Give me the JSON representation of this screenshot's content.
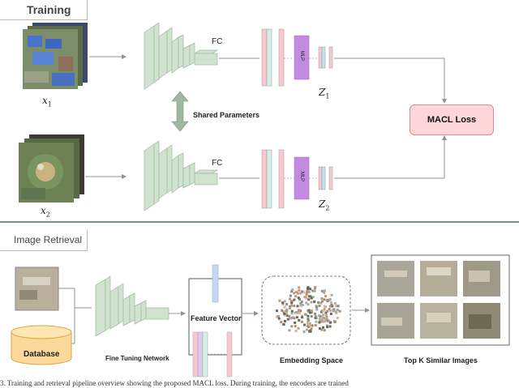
{
  "sections": {
    "training_title": "Training",
    "retrieval_title": "Image Retrieval"
  },
  "training": {
    "input_top_label": "x",
    "input_top_sub": "1",
    "input_bottom_label": "x",
    "input_bottom_sub": "2",
    "fc_top": "FC",
    "fc_bottom": "FC",
    "mlp_top": "MLP",
    "mlp_bottom": "MLP",
    "z_top": "Z",
    "z_top_sub": "1",
    "z_bottom": "Z",
    "z_bottom_sub": "2",
    "shared_params": "Shared Parameters",
    "loss": "MACL Loss"
  },
  "retrieval": {
    "database": "Database",
    "fine_tuning": "Fine Tuning Network",
    "feature_vector": "Feature Vector",
    "embedding_space": "Embedding Space",
    "top_k": "Top K Similar Images"
  },
  "caption": "3. Training and retrieval pipeline overview showing the proposed MACL loss. During training, the encoders are trained"
}
